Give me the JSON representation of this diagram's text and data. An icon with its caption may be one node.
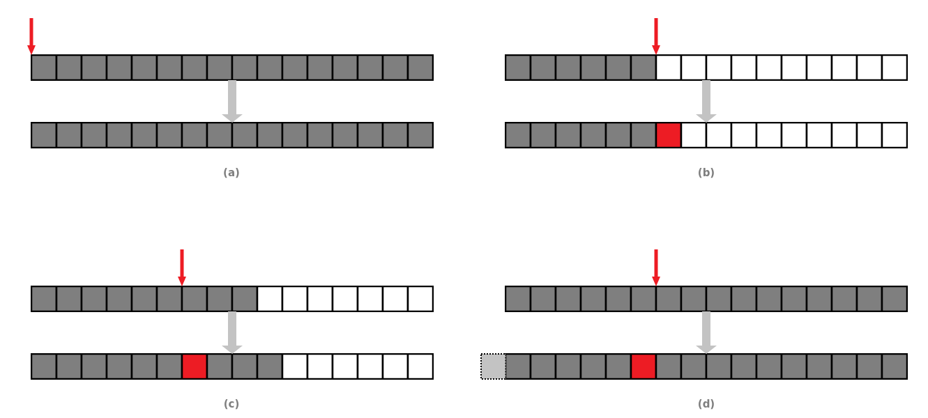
{
  "diagram": {
    "nodes": [
      {
        "text": [],
        "shape": "bar"
      },
      {
        "text": [],
        "shape": "bar"
      },
      {
        "text": [],
        "shape": "bar"
      },
      {
        "text": [],
        "shape": "bar"
      },
      {
        "text": [],
        "shape": "bar"
      },
      {
        "text": [],
        "shape": "bar"
      },
      {
        "text": [],
        "shape": "bar"
      },
      {
        "text": [],
        "shape": "bar"
      }
    ],
    "edges": [
      {
        "from": null,
        "to": 0,
        "arrow": "to",
        "color": "#ed1c24"
      },
      {
        "from": 0,
        "to": 1,
        "arrow": "to",
        "style": "thick",
        "color": "#c3c3c3"
      },
      {
        "from": null,
        "to": 2,
        "arrow": "to",
        "color": "#ed1c24"
      },
      {
        "from": 2,
        "to": 3,
        "arrow": "to",
        "style": "thick",
        "color": "#c3c3c3"
      },
      {
        "from": null,
        "to": 4,
        "arrow": "to",
        "color": "#ed1c24"
      },
      {
        "from": 4,
        "to": 5,
        "arrow": "to",
        "style": "thick",
        "color": "#c3c3c3"
      },
      {
        "from": null,
        "to": 6,
        "arrow": "to",
        "color": "#ed1c24"
      },
      {
        "from": 6,
        "to": 7,
        "arrow": "to",
        "style": "thick",
        "color": "#c3c3c3"
      }
    ],
    "labels": [
      "(a)",
      "(b)",
      "(c)",
      "(d)"
    ]
  }
}
